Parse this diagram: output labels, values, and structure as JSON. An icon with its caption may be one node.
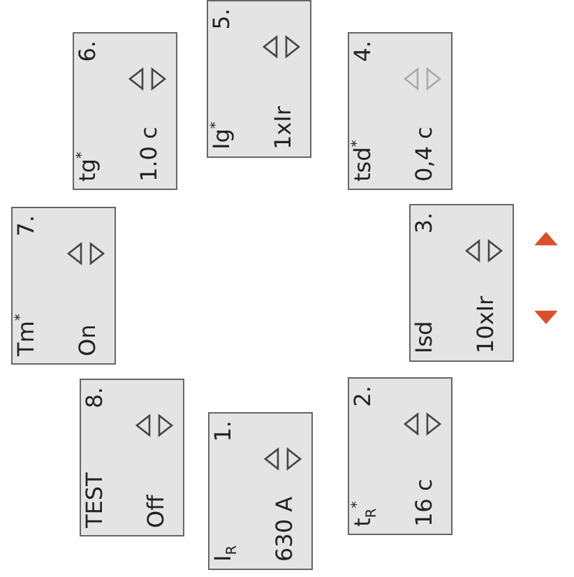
{
  "diagram": {
    "nodes": [
      {
        "text": [
          "I$_{R}$",
          "1.",
          "630 A"
        ]
      },
      {
        "text": [
          "t$_{R}$$^{*}$",
          "2.",
          "16 c"
        ]
      },
      {
        "text": [
          "Isd",
          "3.",
          "10xIr"
        ]
      },
      {
        "text": [
          "tsd$^{*}$",
          "4.",
          "0,4 c"
        ]
      },
      {
        "text": [
          "Ig$^{*}$",
          "5.",
          "1xIr"
        ]
      },
      {
        "text": [
          "tg$^{*}$",
          "6.",
          "1.0 c"
        ]
      },
      {
        "text": [
          "Tm$^{*}$",
          "7.",
          "On"
        ]
      },
      {
        "text": [
          "TEST",
          "8.",
          "Off"
        ]
      }
    ]
  }
}
